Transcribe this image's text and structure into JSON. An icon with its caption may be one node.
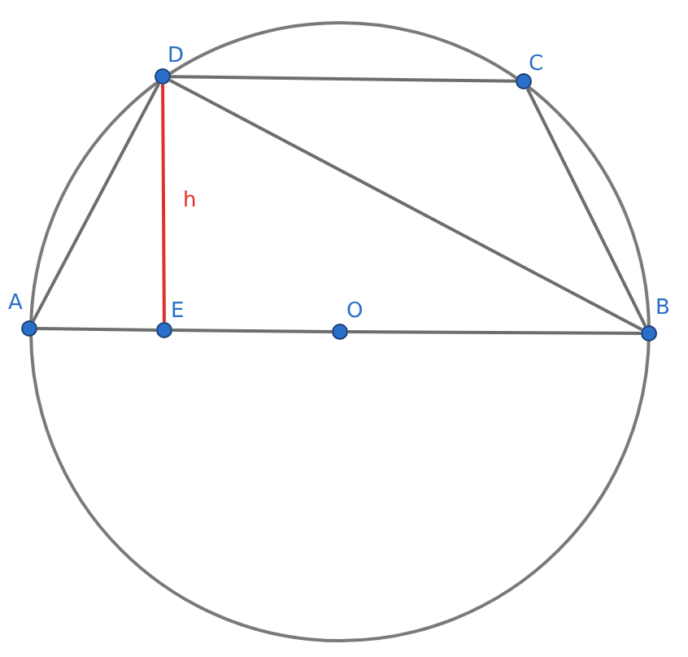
{
  "diagram": {
    "nodes": [
      {
        "text": [
          "A"
        ]
      },
      {
        "text": [
          "B"
        ]
      },
      {
        "text": [
          "C"
        ]
      },
      {
        "text": [
          "D"
        ]
      },
      {
        "text": [
          "E"
        ]
      },
      {
        "text": [
          "O"
        ]
      }
    ],
    "edges": [
      {
        "from": 0,
        "to": 4,
        "arrow": "none"
      },
      {
        "from": 4,
        "to": 5,
        "arrow": "none"
      },
      {
        "from": 5,
        "to": 1,
        "arrow": "none"
      },
      {
        "from": 0,
        "to": 3,
        "arrow": "none"
      },
      {
        "from": 3,
        "to": 2,
        "arrow": "none"
      },
      {
        "from": 2,
        "to": 1,
        "arrow": "none"
      },
      {
        "from": 3,
        "to": 1,
        "arrow": "none"
      },
      {
        "from": 3,
        "to": 4,
        "arrow": "none",
        "label": "h",
        "color": "#e0302c"
      }
    ]
  }
}
